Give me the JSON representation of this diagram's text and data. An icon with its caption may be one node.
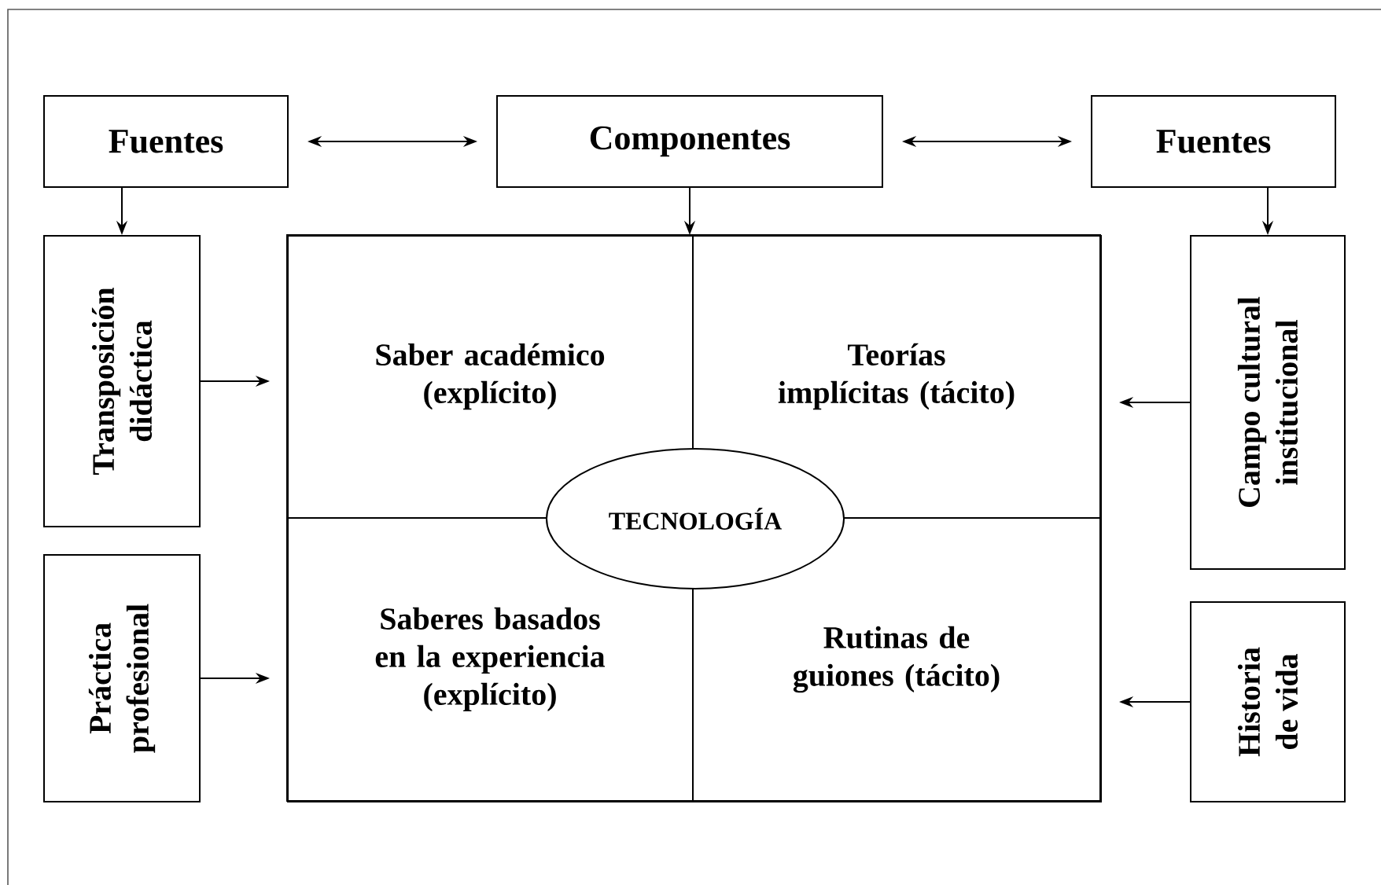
{
  "diagram": {
    "nodes": [
      {
        "text": [
          "Fuentes"
        ]
      },
      {
        "text": [
          "Componentes"
        ]
      },
      {
        "text": [
          "Fuentes"
        ]
      },
      {
        "text": [],
        "shape": "box"
      },
      {
        "text": [
          "Saber académico (explícito)"
        ],
        "in": 3
      },
      {
        "text": [
          "Teorías implícitas (tácito)"
        ],
        "in": 3
      },
      {
        "text": [
          "Saberes basados en la experiencia (explícito)"
        ],
        "in": 3
      },
      {
        "text": [
          "Rutinas de guiones (tácito)"
        ],
        "in": 3
      },
      {
        "text": [
          "TECNOLOGÍA"
        ],
        "in": 3
      },
      {
        "text": [
          "Transposición didáctica"
        ]
      },
      {
        "text": [
          "Práctica profesional"
        ]
      },
      {
        "text": [
          "Campo cultural institucional"
        ]
      },
      {
        "text": [
          "Historia de vida"
        ]
      }
    ],
    "edges": [
      {
        "from": 0,
        "to": 1,
        "arrow": "both"
      },
      {
        "from": 1,
        "to": 2,
        "arrow": "both"
      },
      {
        "from": 0,
        "to": 9,
        "arrow": "to"
      },
      {
        "from": 1,
        "to": 3,
        "arrow": "to"
      },
      {
        "from": 2,
        "to": 11,
        "arrow": "to"
      },
      {
        "from": 9,
        "to": 3,
        "arrow": "to"
      },
      {
        "from": 10,
        "to": 3,
        "arrow": "to"
      },
      {
        "from": 11,
        "to": 3,
        "arrow": "to"
      },
      {
        "from": 12,
        "to": 3,
        "arrow": "to"
      }
    ]
  }
}
